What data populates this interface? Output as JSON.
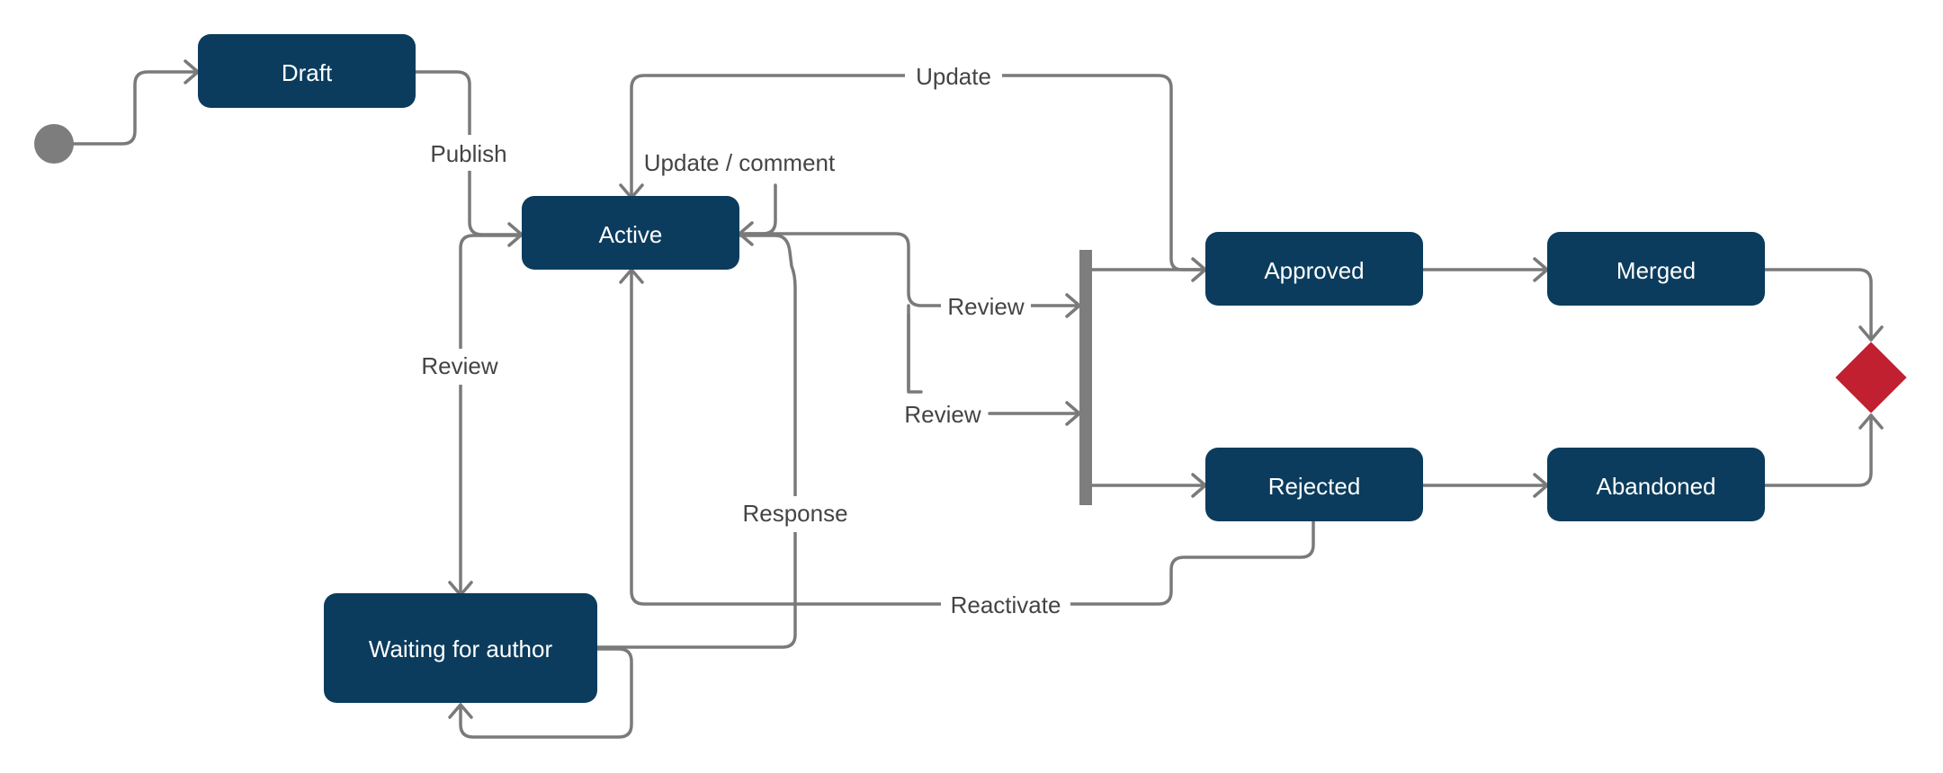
{
  "colors": {
    "state_fill": "#0b3c5d",
    "edge": "#7a7a7a",
    "initial_node": "#7d7d7d",
    "fork_bar": "#7d7d7d",
    "decision": "#c0202f",
    "label_text": "#444444",
    "state_text": "#ffffff"
  },
  "states": {
    "draft": "Draft",
    "active": "Active",
    "waiting": "Waiting for author",
    "approved": "Approved",
    "merged": "Merged",
    "rejected": "Rejected",
    "abandoned": "Abandoned"
  },
  "transitions": {
    "publish": "Publish",
    "update_top": "Update",
    "update_comment": "Update / comment",
    "review_to_waiting": "Review",
    "review_to_fork_1": "Review",
    "review_to_fork_2": "Review",
    "response": "Response",
    "reactivate": "Reactivate"
  }
}
